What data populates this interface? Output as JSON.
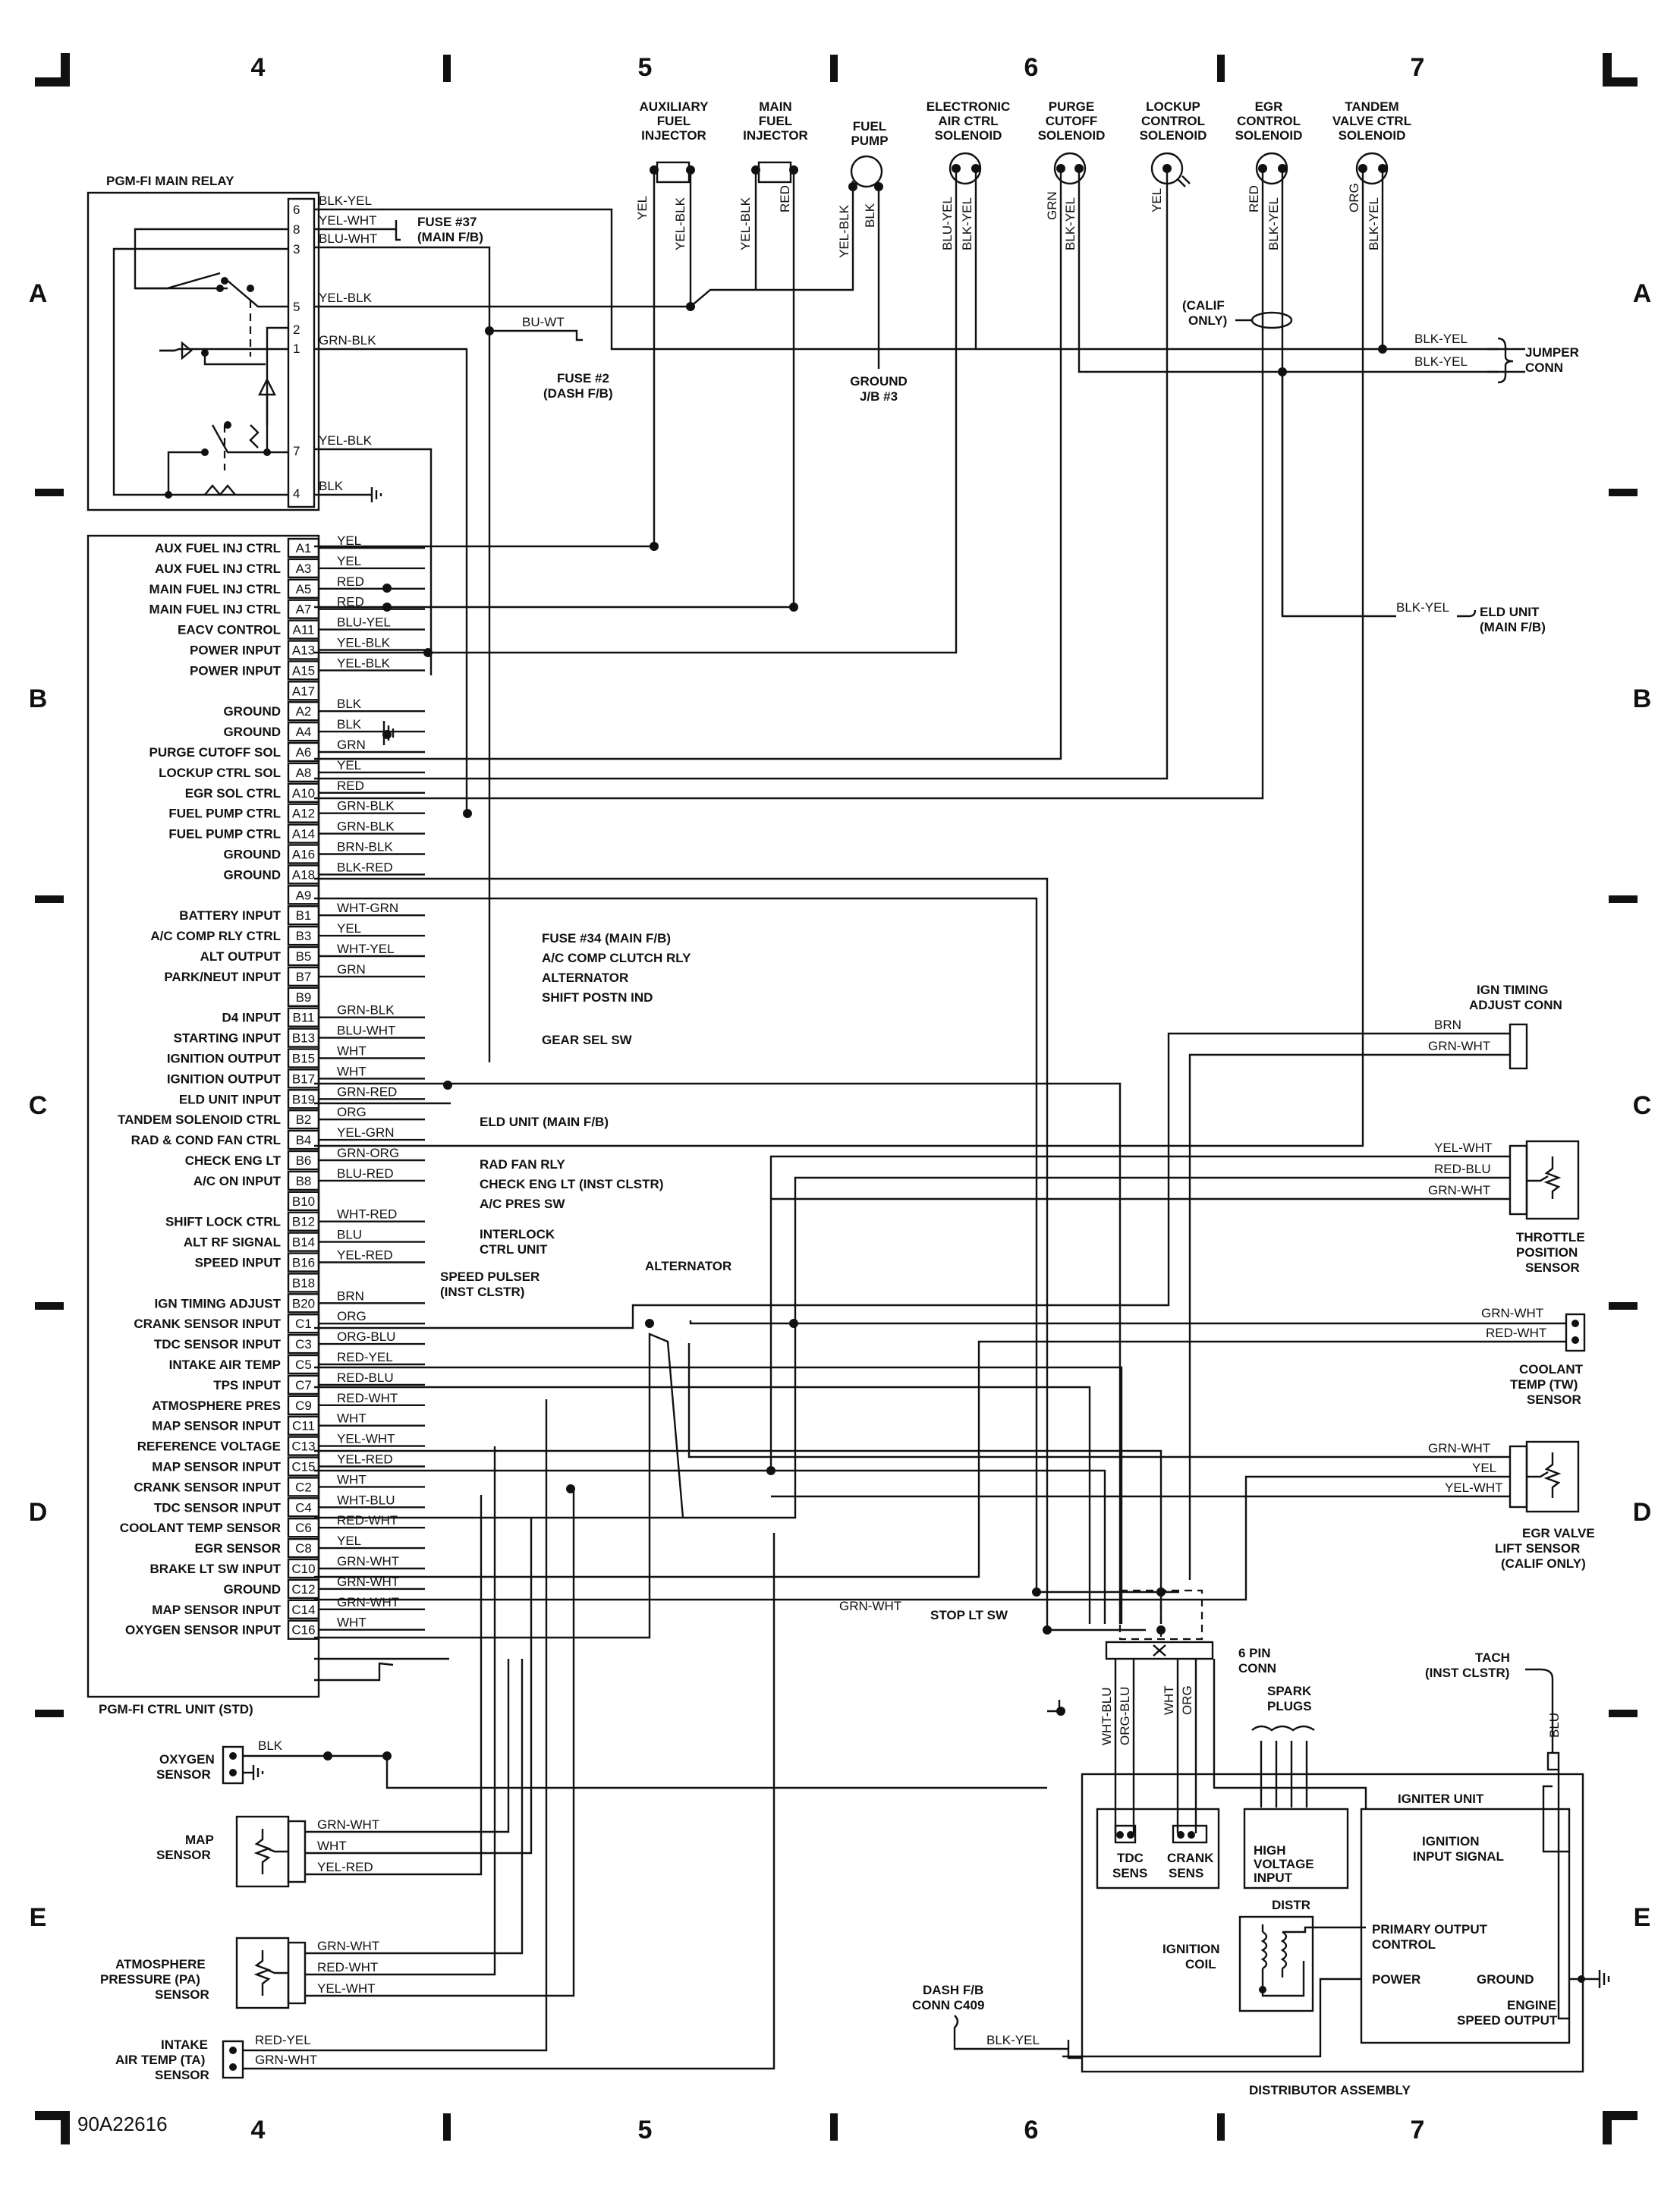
{
  "figure_id": "90A22616",
  "grid": {
    "columns": [
      "4",
      "5",
      "6",
      "7"
    ],
    "rows": [
      "A",
      "B",
      "C",
      "D",
      "E"
    ]
  },
  "relay": {
    "title": "PGM-FI MAIN RELAY",
    "pins": [
      "6",
      "8",
      "3",
      "5",
      "2",
      "1",
      "7",
      "4"
    ],
    "wires": [
      "BLK-YEL",
      "YEL-WHT",
      "BLU-WHT",
      "YEL-BLK",
      "GRN-BLK",
      "YEL-BLK",
      "BLK"
    ],
    "fuse37": [
      "FUSE #37",
      "(MAIN F/B)"
    ],
    "fuse2_wire": "BU-WT",
    "fuse2": [
      "FUSE #2",
      "(DASH F/B)"
    ]
  },
  "top_components": [
    {
      "name": [
        "AUXILIARY",
        "FUEL",
        "INJECTOR"
      ],
      "wires": [
        "YEL",
        "YEL-BLK"
      ]
    },
    {
      "name": [
        "MAIN",
        "FUEL",
        "INJECTOR"
      ],
      "wires": [
        "YEL-BLK",
        "RED"
      ]
    },
    {
      "name": [
        "FUEL",
        "PUMP"
      ],
      "wires": [
        "YEL-BLK",
        "BLK"
      ]
    },
    {
      "name": [
        "ELECTRONIC",
        "AIR CTRL",
        "SOLENOID"
      ],
      "wires": [
        "BLU-YEL",
        "BLK-YEL"
      ]
    },
    {
      "name": [
        "PURGE",
        "CUTOFF",
        "SOLENOID"
      ],
      "wires": [
        "GRN",
        "BLK-YEL"
      ]
    },
    {
      "name": [
        "LOCKUP",
        "CONTROL",
        "SOLENOID"
      ],
      "wires": [
        "YEL"
      ]
    },
    {
      "name": [
        "EGR",
        "CONTROL",
        "SOLENOID"
      ],
      "wires": [
        "RED",
        "BLK-YEL"
      ]
    },
    {
      "name": [
        "TANDEM",
        "VALVE CTRL",
        "SOLENOID"
      ],
      "wires": [
        "ORG",
        "BLK-YEL"
      ]
    }
  ],
  "ground_jb": [
    "GROUND",
    "J/B #3"
  ],
  "calif_only": [
    "(CALIF",
    "ONLY)"
  ],
  "jumper": {
    "label": [
      "JUMPER",
      "CONN"
    ],
    "wires": [
      "BLK-YEL",
      "BLK-YEL"
    ]
  },
  "eld": {
    "wire": "BLK-YEL",
    "label": [
      "ELD UNIT",
      "(MAIN F/B)"
    ]
  },
  "ecu": {
    "title": "PGM-FI CTRL UNIT (STD)",
    "pins": [
      {
        "pin": "A1",
        "func": "AUX FUEL INJ CTRL",
        "wire": "YEL"
      },
      {
        "pin": "A3",
        "func": "AUX FUEL INJ CTRL",
        "wire": "YEL"
      },
      {
        "pin": "A5",
        "func": "MAIN FUEL INJ CTRL",
        "wire": "RED"
      },
      {
        "pin": "A7",
        "func": "MAIN FUEL INJ CTRL",
        "wire": "RED"
      },
      {
        "pin": "A11",
        "func": "EACV CONTROL",
        "wire": "BLU-YEL"
      },
      {
        "pin": "A13",
        "func": "POWER INPUT",
        "wire": "YEL-BLK"
      },
      {
        "pin": "A15",
        "func": "POWER INPUT",
        "wire": "YEL-BLK"
      },
      {
        "pin": "A17",
        "func": "",
        "wire": ""
      },
      {
        "pin": "A2",
        "func": "GROUND",
        "wire": "BLK"
      },
      {
        "pin": "A4",
        "func": "GROUND",
        "wire": "BLK"
      },
      {
        "pin": "A6",
        "func": "PURGE CUTOFF SOL",
        "wire": "GRN"
      },
      {
        "pin": "A8",
        "func": "LOCKUP CTRL SOL",
        "wire": "YEL"
      },
      {
        "pin": "A10",
        "func": "EGR SOL CTRL",
        "wire": "RED"
      },
      {
        "pin": "A12",
        "func": "FUEL PUMP CTRL",
        "wire": "GRN-BLK"
      },
      {
        "pin": "A14",
        "func": "FUEL PUMP CTRL",
        "wire": "GRN-BLK"
      },
      {
        "pin": "A16",
        "func": "GROUND",
        "wire": "BRN-BLK"
      },
      {
        "pin": "A18",
        "func": "GROUND",
        "wire": "BLK-RED"
      },
      {
        "pin": "A9",
        "func": "",
        "wire": ""
      },
      {
        "pin": "B1",
        "func": "BATTERY INPUT",
        "wire": "WHT-GRN"
      },
      {
        "pin": "B3",
        "func": "A/C COMP RLY CTRL",
        "wire": "YEL"
      },
      {
        "pin": "B5",
        "func": "ALT OUTPUT",
        "wire": "WHT-YEL"
      },
      {
        "pin": "B7",
        "func": "PARK/NEUT INPUT",
        "wire": "GRN"
      },
      {
        "pin": "B9",
        "func": "",
        "wire": ""
      },
      {
        "pin": "B11",
        "func": "D4 INPUT",
        "wire": "GRN-BLK"
      },
      {
        "pin": "B13",
        "func": "STARTING INPUT",
        "wire": "BLU-WHT"
      },
      {
        "pin": "B15",
        "func": "IGNITION OUTPUT",
        "wire": "WHT"
      },
      {
        "pin": "B17",
        "func": "IGNITION OUTPUT",
        "wire": "WHT"
      },
      {
        "pin": "B19",
        "func": "ELD UNIT INPUT",
        "wire": "GRN-RED"
      },
      {
        "pin": "B2",
        "func": "TANDEM SOLENOID CTRL",
        "wire": "ORG"
      },
      {
        "pin": "B4",
        "func": "RAD & COND FAN CTRL",
        "wire": "YEL-GRN"
      },
      {
        "pin": "B6",
        "func": "CHECK ENG LT",
        "wire": "GRN-ORG"
      },
      {
        "pin": "B8",
        "func": "A/C ON INPUT",
        "wire": "BLU-RED"
      },
      {
        "pin": "B10",
        "func": "",
        "wire": ""
      },
      {
        "pin": "B12",
        "func": "SHIFT LOCK CTRL",
        "wire": "WHT-RED"
      },
      {
        "pin": "B14",
        "func": "ALT RF SIGNAL",
        "wire": "BLU"
      },
      {
        "pin": "B16",
        "func": "SPEED INPUT",
        "wire": "YEL-RED"
      },
      {
        "pin": "B18",
        "func": "",
        "wire": ""
      },
      {
        "pin": "B20",
        "func": "IGN TIMING ADJUST",
        "wire": "BRN"
      },
      {
        "pin": "C1",
        "func": "CRANK SENSOR INPUT",
        "wire": "ORG"
      },
      {
        "pin": "C3",
        "func": "TDC SENSOR INPUT",
        "wire": "ORG-BLU"
      },
      {
        "pin": "C5",
        "func": "INTAKE AIR TEMP",
        "wire": "RED-YEL"
      },
      {
        "pin": "C7",
        "func": "TPS INPUT",
        "wire": "RED-BLU"
      },
      {
        "pin": "C9",
        "func": "ATMOSPHERE PRES",
        "wire": "RED-WHT"
      },
      {
        "pin": "C11",
        "func": "MAP SENSOR INPUT",
        "wire": "WHT"
      },
      {
        "pin": "C13",
        "func": "REFERENCE VOLTAGE",
        "wire": "YEL-WHT"
      },
      {
        "pin": "C15",
        "func": "MAP SENSOR INPUT",
        "wire": "YEL-RED"
      },
      {
        "pin": "C2",
        "func": "CRANK SENSOR INPUT",
        "wire": "WHT"
      },
      {
        "pin": "C4",
        "func": "TDC SENSOR INPUT",
        "wire": "WHT-BLU"
      },
      {
        "pin": "C6",
        "func": "COOLANT TEMP SENSOR",
        "wire": "RED-WHT"
      },
      {
        "pin": "C8",
        "func": "EGR SENSOR",
        "wire": "YEL"
      },
      {
        "pin": "C10",
        "func": "BRAKE LT SW INPUT",
        "wire": "GRN-WHT"
      },
      {
        "pin": "C12",
        "func": "GROUND",
        "wire": "GRN-WHT"
      },
      {
        "pin": "C14",
        "func": "MAP SENSOR INPUT",
        "wire": "GRN-WHT"
      },
      {
        "pin": "C16",
        "func": "OXYGEN SENSOR INPUT",
        "wire": "WHT"
      }
    ]
  },
  "ecu_dest": {
    "B1": "FUSE #34 (MAIN F/B)",
    "B3": "A/C COMP CLUTCH RLY",
    "B5": "ALTERNATOR",
    "B7": "SHIFT POSTN IND",
    "B13": "GEAR SEL SW",
    "B19": "ELD UNIT (MAIN F/B)",
    "B4": "RAD FAN RLY",
    "B6": "CHECK ENG LT (INST CLSTR)",
    "B8": "A/C PRES SW",
    "B12": [
      "INTERLOCK",
      "CTRL UNIT"
    ],
    "B14": "ALTERNATOR",
    "B16": [
      "SPEED PULSER",
      "(INST CLSTR)"
    ],
    "C10_wire": "GRN-WHT",
    "C10": "STOP LT SW"
  },
  "right_components": {
    "ign_timing": {
      "label": [
        "IGN TIMING",
        "ADJUST CONN"
      ],
      "wires": [
        "BRN",
        "GRN-WHT"
      ]
    },
    "tps": {
      "label": [
        "THROTTLE",
        "POSITION",
        "SENSOR"
      ],
      "wires": [
        "YEL-WHT",
        "RED-BLU",
        "GRN-WHT"
      ]
    },
    "coolant": {
      "label": [
        "COOLANT",
        "TEMP (TW)",
        "SENSOR"
      ],
      "wires": [
        "GRN-WHT",
        "RED-WHT"
      ]
    },
    "egr_lift": {
      "label": [
        "EGR VALVE",
        "LIFT SENSOR",
        "(CALIF ONLY)"
      ],
      "wires": [
        "GRN-WHT",
        "YEL",
        "YEL-WHT"
      ]
    },
    "tach": {
      "label": [
        "TACH",
        "(INST CLSTR)"
      ],
      "wire": "BLU"
    }
  },
  "left_sensors": {
    "oxygen": {
      "label": [
        "OXYGEN",
        "SENSOR"
      ],
      "wire": "BLK"
    },
    "map": {
      "label": [
        "MAP",
        "SENSOR"
      ],
      "wires": [
        "GRN-WHT",
        "WHT",
        "YEL-RED"
      ]
    },
    "pa": {
      "label": [
        "ATMOSPHERE",
        "PRESSURE (PA)",
        "SENSOR"
      ],
      "wires": [
        "GRN-WHT",
        "RED-WHT",
        "YEL-WHT"
      ]
    },
    "ta": {
      "label": [
        "INTAKE",
        "AIR TEMP (TA)",
        "SENSOR"
      ],
      "wires": [
        "RED-YEL",
        "GRN-WHT"
      ]
    }
  },
  "distributor": {
    "six_pin": [
      "6 PIN",
      "CONN"
    ],
    "wires": [
      "WHT-BLU",
      "ORG-BLU",
      "WHT",
      "ORG"
    ],
    "spark_plugs": [
      "SPARK",
      "PLUGS"
    ],
    "igniter": "IGNITER UNIT",
    "tdc": [
      "TDC",
      "SENS"
    ],
    "crank": [
      "CRANK",
      "SENS"
    ],
    "hv": [
      "HIGH",
      "VOLTAGE",
      "INPUT"
    ],
    "distr": "DISTR",
    "coil": [
      "IGNITION",
      "COIL"
    ],
    "ign_input": [
      "IGNITION",
      "INPUT SIGNAL"
    ],
    "primary": [
      "PRIMARY OUTPUT",
      "CONTROL"
    ],
    "power": "POWER",
    "ground": "GROUND",
    "eso": [
      "ENGINE",
      "SPEED OUTPUT"
    ],
    "title": "DISTRIBUTOR ASSEMBLY",
    "dash_fb": [
      "DASH F/B",
      "CONN C409"
    ],
    "dash_wire": "BLK-YEL"
  }
}
